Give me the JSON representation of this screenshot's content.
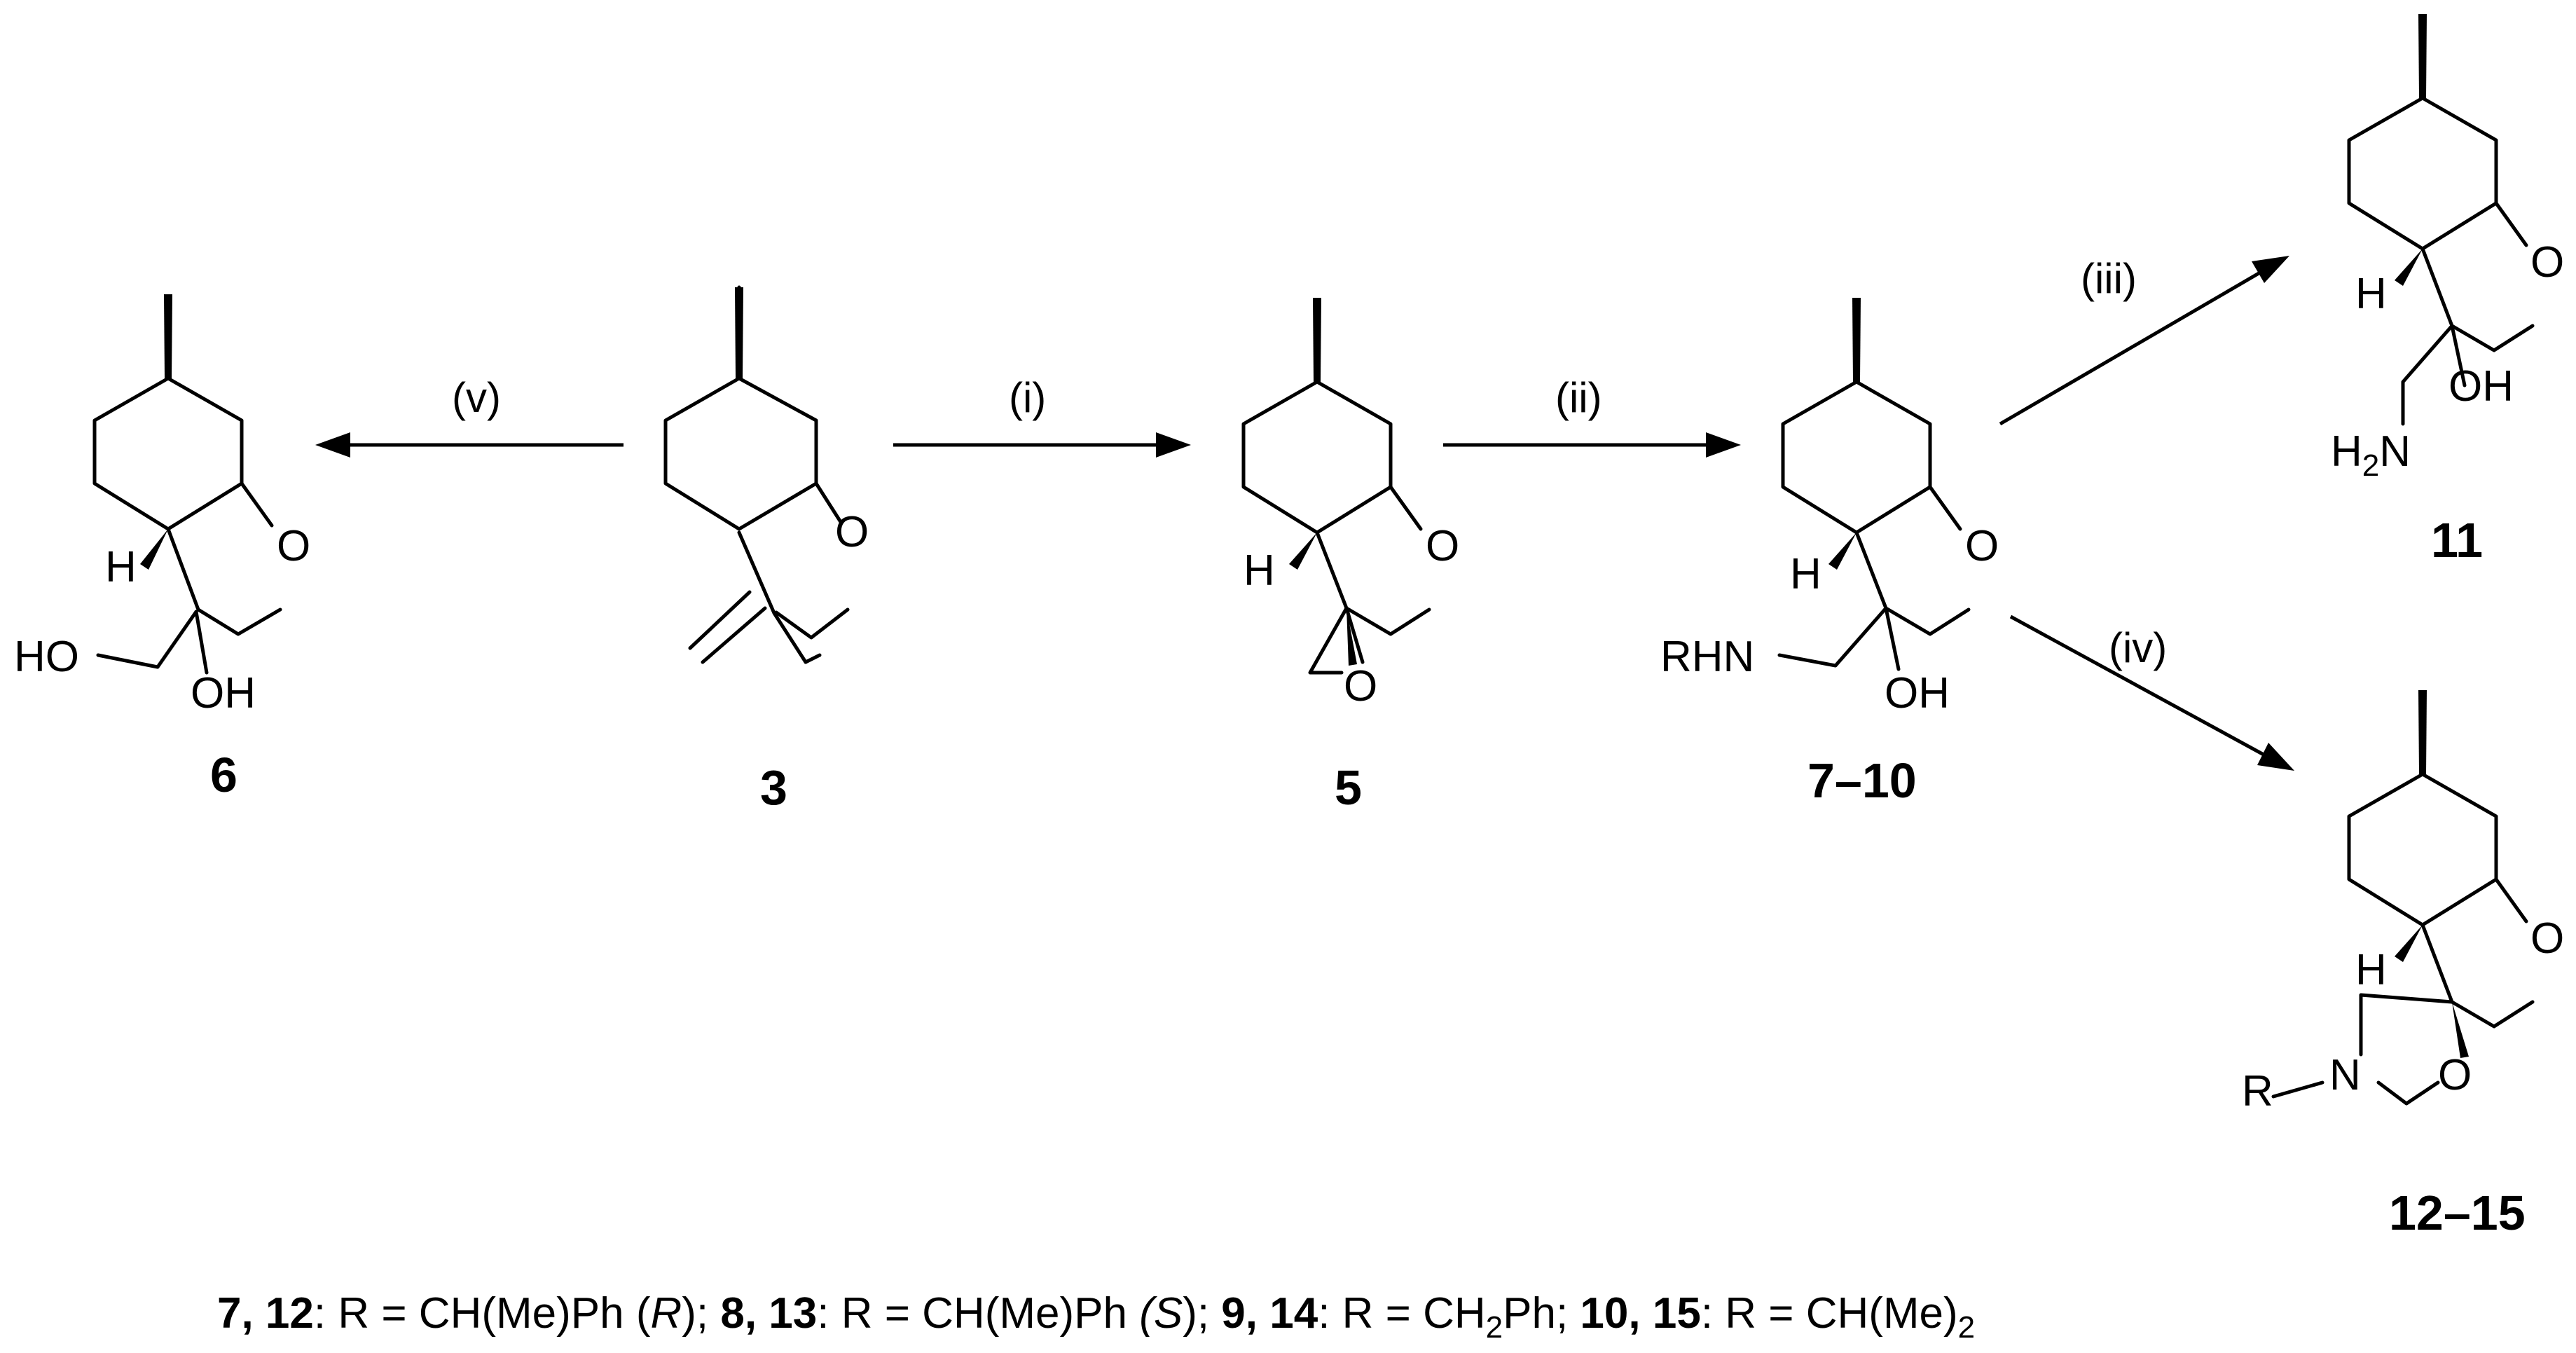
{
  "compounds": [
    {
      "id": "c6",
      "label": "6"
    },
    {
      "id": "c3",
      "label": "3"
    },
    {
      "id": "c5",
      "label": "5"
    },
    {
      "id": "c7",
      "label": "7–10"
    },
    {
      "id": "c11",
      "label": "11"
    },
    {
      "id": "c12",
      "label": "12–15"
    }
  ],
  "atoms": {
    "O": "O",
    "H": "H",
    "OH": "OH",
    "HO": "HO",
    "RHN": "RHN",
    "H_amine": "H",
    "sub2": "2",
    "N_amine": "N",
    "R": "R",
    "N": "N"
  },
  "conditions": {
    "i": "(i)",
    "ii": "(ii)",
    "iii": "(iii)",
    "iv": "(iv)",
    "v": "(v)"
  },
  "footer": {
    "p1": "7, 12",
    "p2": ": R = CH(Me)Ph (",
    "p3": "R",
    "p4": "); ",
    "p5": "8, 13",
    "p6": ": R = CH(Me)Ph ",
    "p7": "(S",
    "p8": "); ",
    "p9": "9, 14",
    "p10": ": R = CH",
    "p11": "2",
    "p12": "Ph; ",
    "p13": "10, 15",
    "p14": ": R = CH(Me)",
    "p15": "2"
  }
}
